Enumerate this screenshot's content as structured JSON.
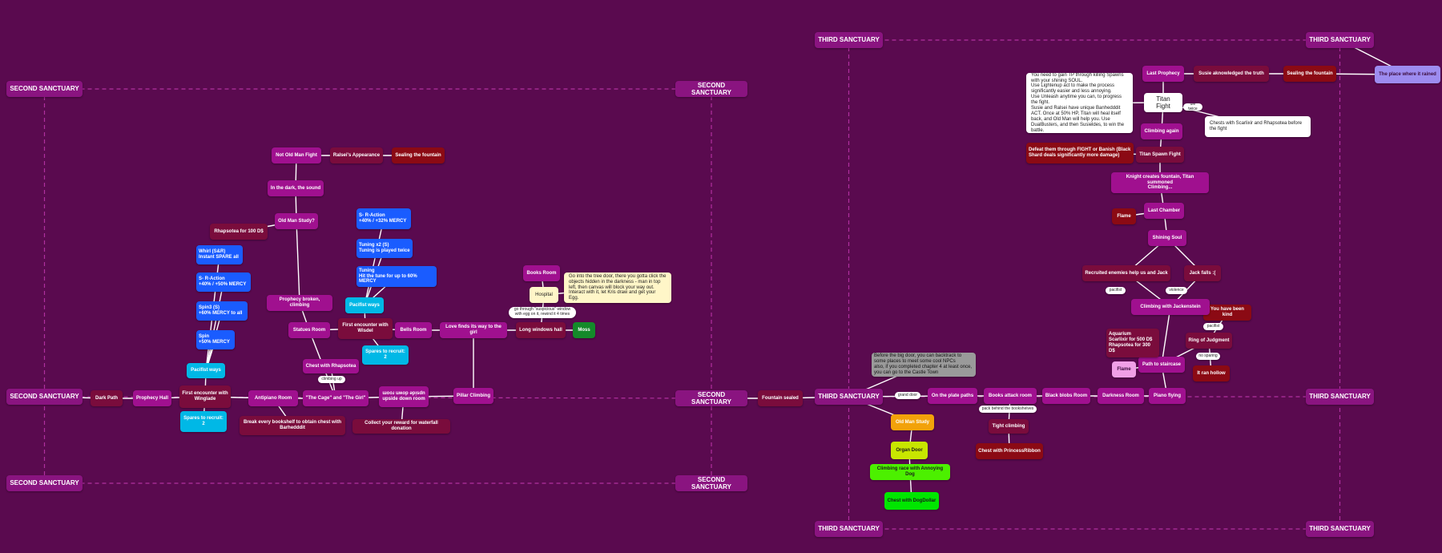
{
  "colors": {
    "background": "#5a0a4f",
    "sanctuary": "#8a1480",
    "purple": "#a0108f",
    "maroon": "#7a0c3c",
    "red": "#8b0a14",
    "blue": "#1a5cff",
    "cyan": "#00b8e6",
    "green": "#148a2a",
    "lavender": "#9d8cf0",
    "pink": "#f0a0e6",
    "orange": "#f2a20a",
    "lime": "#c8e600",
    "brightgreen": "#4cf000",
    "green2": "#00e600",
    "note": "#ffffff",
    "yellownote": "#fff6c8",
    "gray": "#9a9a9a",
    "dashed": "#b0309f"
  },
  "nodes": [
    {
      "id": "ss1",
      "text": "SECOND SANCTUARY",
      "color": "sanctuary"
    },
    {
      "id": "ss2",
      "text": "SECOND SANCTUARY",
      "color": "sanctuary"
    },
    {
      "id": "ss3",
      "text": "SECOND SANCTUARY",
      "color": "sanctuary"
    },
    {
      "id": "ss4",
      "text": "SECOND SANCTUARY",
      "color": "sanctuary"
    },
    {
      "id": "ss5",
      "text": "SECOND SANCTUARY",
      "color": "sanctuary"
    },
    {
      "id": "ss6",
      "text": "SECOND SANCTUARY",
      "color": "sanctuary"
    },
    {
      "id": "ts1",
      "text": "THIRD SANCTUARY",
      "color": "sanctuary"
    },
    {
      "id": "ts2",
      "text": "THIRD SANCTUARY",
      "color": "sanctuary"
    },
    {
      "id": "ts3",
      "text": "THIRD SANCTUARY",
      "color": "sanctuary"
    },
    {
      "id": "ts4",
      "text": "THIRD SANCTUARY",
      "color": "sanctuary"
    },
    {
      "id": "ts5",
      "text": "THIRD SANCTUARY",
      "color": "sanctuary"
    },
    {
      "id": "ts6",
      "text": "THIRD SANCTUARY",
      "color": "sanctuary"
    },
    {
      "id": "darkpath",
      "text": "Dark Path",
      "color": "maroon"
    },
    {
      "id": "prophecyhall",
      "text": "Prophecy Hall",
      "color": "purple"
    },
    {
      "id": "firstwingl",
      "text": "First encounter with\nWinglade",
      "color": "maroon"
    },
    {
      "id": "pacifist1",
      "text": "Pacifist ways",
      "color": "cyan"
    },
    {
      "id": "spares1",
      "text": "Spares to recruit:\n2",
      "color": "cyan"
    },
    {
      "id": "spin",
      "text": "Spin\n+50% MERCY",
      "color": "blue"
    },
    {
      "id": "spin3",
      "text": "Spin3 (S)\n+60% MERCY to all",
      "color": "blue"
    },
    {
      "id": "sraction1",
      "text": "S- R-Action\n+40% / +50% MERCY",
      "color": "blue"
    },
    {
      "id": "whirl",
      "text": "Whirl (S&R)\nInstant SPARE all",
      "color": "blue"
    },
    {
      "id": "antipiano",
      "text": "Antipiano Room",
      "color": "purple"
    },
    {
      "id": "breakbook",
      "text": "Break every bookshelf to obtain chest with\nBarhedddit",
      "color": "maroon"
    },
    {
      "id": "cage",
      "text": "\"The Cage\" and \"The Girl\"",
      "color": "purple"
    },
    {
      "id": "chestrhap",
      "text": "Chest with Rhapsotea",
      "color": "purple"
    },
    {
      "id": "updown",
      "text": "ɯooɹ uʍop ǝpᴉsdn\nupside down room",
      "color": "purple"
    },
    {
      "id": "collect",
      "text": "Collect your reward for waterfall donation",
      "color": "maroon"
    },
    {
      "id": "pillar",
      "text": "Pillar Climbing",
      "color": "purple"
    },
    {
      "id": "statues",
      "text": "Statues Room",
      "color": "purple"
    },
    {
      "id": "prophecybroken",
      "text": "Prophecy broken, climbing",
      "color": "purple"
    },
    {
      "id": "firstwisdel",
      "text": "First encounter with\nWisdel",
      "color": "maroon"
    },
    {
      "id": "pacifist2",
      "text": "Pacifist ways",
      "color": "cyan"
    },
    {
      "id": "spares2",
      "text": "Spares to recruit:\n2",
      "color": "cyan"
    },
    {
      "id": "tuning",
      "text": "Tuning\nHit the tune for up to 60% MERCY",
      "color": "blue"
    },
    {
      "id": "tuning2",
      "text": "Tuning x2 (S)\nTuning is played twice",
      "color": "blue"
    },
    {
      "id": "sraction2",
      "text": "S- R-Action\n+40% / +32% MERCY",
      "color": "blue"
    },
    {
      "id": "bells",
      "text": "Bells Room",
      "color": "purple"
    },
    {
      "id": "love",
      "text": "Love finds its way to the girl",
      "color": "purple"
    },
    {
      "id": "longwindows",
      "text": "Long windows hall",
      "color": "maroon"
    },
    {
      "id": "moss",
      "text": "Moss",
      "color": "green"
    },
    {
      "id": "hospital",
      "text": "Hospital",
      "color": "yellownote"
    },
    {
      "id": "booksroom",
      "text": "Books Room",
      "color": "purple"
    },
    {
      "id": "treedoor",
      "text": "Go into the tree door, there you gotta click the objects hidden in the darkness - man in top left, then canvas will block your way out. Interact with it, let Kris draw and get your Egg.",
      "color": "yellownote"
    },
    {
      "id": "oldmanstudyq",
      "text": "Old Man Study?",
      "color": "purple"
    },
    {
      "id": "rhap100",
      "text": "Rhapsotea for 100 D$",
      "color": "maroon"
    },
    {
      "id": "inthedark",
      "text": "In the dark, the sound",
      "color": "purple"
    },
    {
      "id": "notoldman",
      "text": "Not Old Man Fight",
      "color": "purple"
    },
    {
      "id": "ralsei",
      "text": "Ralsei's Appearance",
      "color": "maroon"
    },
    {
      "id": "sealing1",
      "text": "Sealing the fountain",
      "color": "red"
    },
    {
      "id": "fountainsealed",
      "text": "Fountain sealed",
      "color": "maroon"
    },
    {
      "id": "gray",
      "text": "Before the big door, you can backtrack to some places to meet some cool NPCs\nalso, if you completed chapter 4 at least once, you can go to the Castle Town",
      "color": "gray"
    },
    {
      "id": "oldmanstudy",
      "text": "Old Man Study",
      "color": "orange"
    },
    {
      "id": "organdoor",
      "text": "Organ Door",
      "color": "lime"
    },
    {
      "id": "climbingdog",
      "text": "Climbing race with Annoying Dog",
      "color": "brightgreen"
    },
    {
      "id": "chestdog",
      "text": "Chest with DogDollar",
      "color": "green2"
    },
    {
      "id": "plates",
      "text": "On the plate paths",
      "color": "purple"
    },
    {
      "id": "booksattack",
      "text": "Books attack room",
      "color": "purple"
    },
    {
      "id": "tightclimb",
      "text": "Tight climbing",
      "color": "maroon"
    },
    {
      "id": "chestprinc",
      "text": "Chest with PrincessRibbon",
      "color": "red"
    },
    {
      "id": "blackblobs",
      "text": "Black blobs Room",
      "color": "purple"
    },
    {
      "id": "darkness",
      "text": "Darkness Room",
      "color": "purple"
    },
    {
      "id": "pianoflying",
      "text": "Piano flying",
      "color": "purple"
    },
    {
      "id": "path",
      "text": "Path to staircase",
      "color": "purple"
    },
    {
      "id": "flame1",
      "text": "Flame",
      "color": "pink"
    },
    {
      "id": "aquarium",
      "text": "Aquarium\nScarlixir for 500 D$\nRhapsotea for 300 D$",
      "color": "maroon"
    },
    {
      "id": "ring",
      "text": "Ring of Judgment",
      "color": "maroon"
    },
    {
      "id": "kind",
      "text": "You have been kind",
      "color": "red"
    },
    {
      "id": "hollow",
      "text": "It ran hollow",
      "color": "red"
    },
    {
      "id": "climbjack",
      "text": "Climbing with Jackenstein",
      "color": "purple"
    },
    {
      "id": "recruited",
      "text": "Recruited enemies help us and Jack",
      "color": "maroon"
    },
    {
      "id": "jackfalls",
      "text": "Jack falls :(",
      "color": "maroon"
    },
    {
      "id": "shining",
      "text": "Shining Soul",
      "color": "purple"
    },
    {
      "id": "lastchamber",
      "text": "Last Chamber",
      "color": "purple"
    },
    {
      "id": "flame2",
      "text": "Flame",
      "color": "red"
    },
    {
      "id": "knight",
      "text": "Knight creates fountain, Titan summoned\nClimbing...",
      "color": "purple"
    },
    {
      "id": "titanspawn",
      "text": "Titan Spawn Fight",
      "color": "maroon"
    },
    {
      "id": "defeat",
      "text": "Defeat them through FIGHT or Banish (Black Shard deals significantly more damage)",
      "color": "red"
    },
    {
      "id": "climbagain",
      "text": "Climbing again",
      "color": "purple"
    },
    {
      "id": "titanfight",
      "text": "Titan Fight",
      "color": "note"
    },
    {
      "id": "titannote",
      "text": "You need to gain TP through killing Spawns with your shining SOUL.\nUse Lightenup act to make the process significantly easier and less annoying.\nUse Unleash anytime you can, to progress the fight.\nSusie and Ralsei have unique Banhedddit ACT. Once at 50% HP, Titan will heal itself back, and Old Man will help you. Use DualBusters, and then Susieldes, to win the battle.",
      "color": "note"
    },
    {
      "id": "chestscarlixir",
      "text": "Chests with Scarlixir and Rhapsotea before the fight",
      "color": "note"
    },
    {
      "id": "lastprophecy",
      "text": "Last Prophecy",
      "color": "purple"
    },
    {
      "id": "susietruth",
      "text": "Susie aknowledged the truth",
      "color": "maroon"
    },
    {
      "id": "sealing2",
      "text": "Sealing the fountain",
      "color": "red"
    },
    {
      "id": "rained",
      "text": "The place where it rained",
      "color": "lavender"
    }
  ],
  "pills": [
    {
      "id": "p_climbing",
      "text": "climbing up"
    },
    {
      "id": "p_gothrough",
      "text": "go through \"suspicious\" window\nwith egg on it, rewind it 4 times"
    },
    {
      "id": "p_grand",
      "text": "grand door"
    },
    {
      "id": "p_pack",
      "text": "pack behind the bookshelves"
    },
    {
      "id": "p_pacifist",
      "text": "pacifist"
    },
    {
      "id": "p_violence",
      "text": "violence"
    },
    {
      "id": "p_pacifist2",
      "text": "pacifist"
    },
    {
      "id": "p_nosparing",
      "text": "no sparing"
    },
    {
      "id": "p_dietwice",
      "text": "die twice"
    }
  ]
}
